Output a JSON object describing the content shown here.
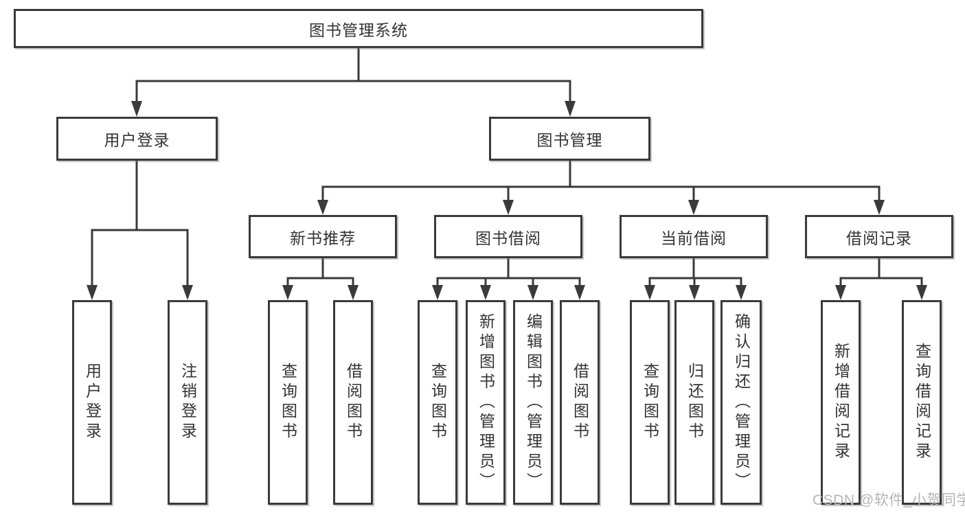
{
  "tree": {
    "root": {
      "label": "图书管理系统"
    },
    "branches": [
      {
        "label": "用户登录",
        "children": [
          "用户登录",
          "注销登录"
        ]
      },
      {
        "label": "图书管理",
        "sections": [
          {
            "label": "新书推荐",
            "children": [
              "查询图书",
              "借阅图书"
            ]
          },
          {
            "label": "图书借阅",
            "children": [
              "查询图书",
              "新增图书（管理员）",
              "编辑图书（管理员）",
              "借阅图书"
            ]
          },
          {
            "label": "当前借阅",
            "children": [
              "查询图书",
              "归还图书",
              "确认归还（管理员）"
            ]
          },
          {
            "label": "借阅记录",
            "children": [
              "新增借阅记录",
              "查询借阅记录"
            ]
          }
        ]
      }
    ]
  },
  "watermark": {
    "text": "CSDN @软件_小贺同学"
  },
  "colors": {
    "line": "#3a3a3a",
    "text": "#333333",
    "watermark": "#b5b5b5",
    "background": "#ffffff"
  }
}
